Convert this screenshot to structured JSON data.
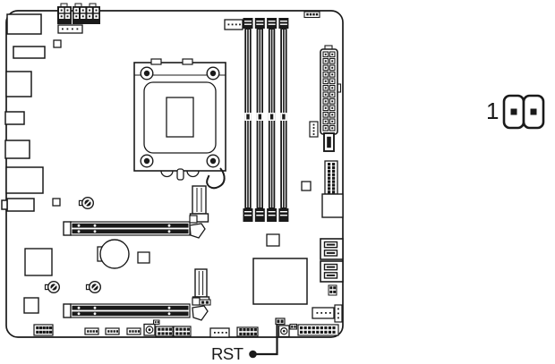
{
  "figure": {
    "background": "#ffffff",
    "line_color": "#1a1a1a"
  },
  "callout": {
    "label": "RST"
  },
  "jumper_diagram": {
    "pin_label": "1",
    "pin_count": 2
  }
}
